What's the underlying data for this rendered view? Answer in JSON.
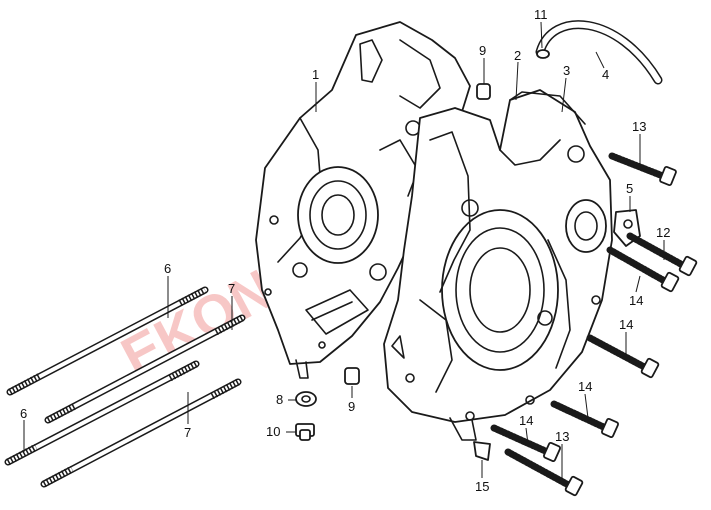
{
  "watermark": "EKONOMIKA",
  "callouts": [
    {
      "id": "c1",
      "label": "1"
    },
    {
      "id": "c2",
      "label": "2"
    },
    {
      "id": "c3",
      "label": "3"
    },
    {
      "id": "c4",
      "label": "4"
    },
    {
      "id": "c5",
      "label": "5"
    },
    {
      "id": "c6a",
      "label": "6"
    },
    {
      "id": "c6b",
      "label": "6"
    },
    {
      "id": "c7a",
      "label": "7"
    },
    {
      "id": "c7b",
      "label": "7"
    },
    {
      "id": "c8",
      "label": "8"
    },
    {
      "id": "c9a",
      "label": "9"
    },
    {
      "id": "c9b",
      "label": "9"
    },
    {
      "id": "c10",
      "label": "10"
    },
    {
      "id": "c11",
      "label": "11"
    },
    {
      "id": "c12",
      "label": "12"
    },
    {
      "id": "c13a",
      "label": "13"
    },
    {
      "id": "c13b",
      "label": "13"
    },
    {
      "id": "c14a",
      "label": "14"
    },
    {
      "id": "c14b",
      "label": "14"
    },
    {
      "id": "c14c",
      "label": "14"
    },
    {
      "id": "c14d",
      "label": "14"
    },
    {
      "id": "c15",
      "label": "15"
    }
  ]
}
